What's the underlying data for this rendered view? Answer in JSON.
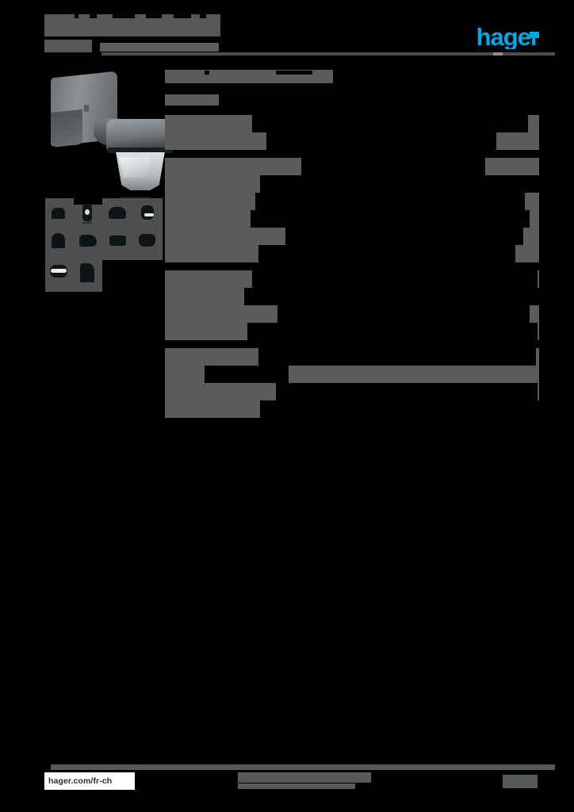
{
  "document": {
    "kind": "product-datasheet",
    "brand": "hager",
    "brand_color": "#00a5e3",
    "page_background": "#000000",
    "redaction_color": "#5a5c5c",
    "title_redacted": true,
    "subtitle_redacted": true
  },
  "header": {
    "title": "",
    "subtitle": "",
    "logo_text": "hager"
  },
  "product": {
    "image_name": "motion-detector-product-photo",
    "alt": "wall mounted outdoor motion detector"
  },
  "pictograms": {
    "rows": [
      [
        {
          "name": "pictogram-1"
        },
        {
          "name": "pictogram-2"
        },
        {
          "name": "pictogram-3"
        },
        {
          "name": "pictogram-4"
        }
      ],
      [
        {
          "name": "pictogram-5"
        },
        {
          "name": "pictogram-6"
        },
        {
          "name": "pictogram-7"
        },
        {
          "name": "pictogram-8"
        }
      ],
      [
        {
          "name": "pictogram-9"
        },
        {
          "name": "pictogram-10"
        }
      ]
    ]
  },
  "spec": {
    "heading": "",
    "subheading": "",
    "blocks": [
      {
        "name": "spec-block-1",
        "rows": [
          {
            "label": "",
            "value": "",
            "lbl_w": 72,
            "val_x": 110,
            "val_w": 348,
            "cut_x": 0,
            "cut_w": 0,
            "striped": true
          },
          {
            "label": "",
            "value": "",
            "lbl_w": 58,
            "val_x": 128,
            "val_w": 290,
            "cut_x": 0,
            "cut_w": 0,
            "striped": true
          }
        ]
      },
      {
        "name": "spec-block-2",
        "rows": [
          {
            "label": "",
            "value": "",
            "lbl_w": 66,
            "val_x": 172,
            "val_w": 232,
            "cut_x": 0,
            "cut_w": 0,
            "striped": true
          },
          {
            "label": "",
            "value": "",
            "lbl_w": 52,
            "val_x": 120,
            "val_w": 400,
            "cut_x": 0,
            "cut_w": 0,
            "striped": true
          },
          {
            "label": "",
            "value": "",
            "lbl_w": 64,
            "val_x": 114,
            "val_w": 340,
            "cut_x": 0,
            "cut_w": 0,
            "striped": true
          },
          {
            "label": "",
            "value": "",
            "lbl_w": 46,
            "val_x": 108,
            "val_w": 352,
            "cut_x": 0,
            "cut_w": 0,
            "striped": true
          },
          {
            "label": "",
            "value": "",
            "lbl_w": 58,
            "val_x": 152,
            "val_w": 300,
            "cut_x": 0,
            "cut_w": 0,
            "striped": true
          },
          {
            "label": "",
            "value": "",
            "lbl_w": 50,
            "val_x": 118,
            "val_w": 324,
            "cut_x": 0,
            "cut_w": 0,
            "striped": true
          }
        ]
      },
      {
        "name": "spec-block-3",
        "rows": [
          {
            "label": "",
            "value": "",
            "lbl_w": 40,
            "val_x": 110,
            "val_w": 360,
            "cut_x": 0,
            "cut_w": 0,
            "striped": true
          },
          {
            "label": "",
            "value": "",
            "lbl_w": 60,
            "val_x": 100,
            "val_w": 372,
            "cut_x": 0,
            "cut_w": 0,
            "striped": true
          },
          {
            "label": "",
            "value": "",
            "lbl_w": 54,
            "val_x": 142,
            "val_w": 318,
            "cut_x": 0,
            "cut_w": 0,
            "striped": true
          },
          {
            "label": "",
            "value": "",
            "lbl_w": 48,
            "val_x": 104,
            "val_w": 366,
            "cut_x": 0,
            "cut_w": 0,
            "striped": true
          }
        ]
      },
      {
        "name": "spec-block-4",
        "rows": [
          {
            "label": "",
            "value": "",
            "lbl_w": 44,
            "val_x": 118,
            "val_w": 350,
            "cut_x": 0,
            "cut_w": 0,
            "striped": true
          },
          {
            "label": "",
            "value": "",
            "lbl_w": 56,
            "val_x": 50,
            "val_w": 106,
            "cut_x": 0,
            "cut_w": 0,
            "striped": true
          },
          {
            "label": "",
            "value": "",
            "lbl_w": 62,
            "val_x": 140,
            "val_w": 330,
            "cut_x": 0,
            "cut_w": 0,
            "striped": true
          },
          {
            "label": "",
            "value": "",
            "lbl_w": 38,
            "val_x": 120,
            "val_w": 352,
            "cut_x": 0,
            "cut_w": 0,
            "striped": true
          }
        ]
      }
    ]
  },
  "footer": {
    "url": "hager.com/fr-ch",
    "center_note": "",
    "page_number": ""
  }
}
